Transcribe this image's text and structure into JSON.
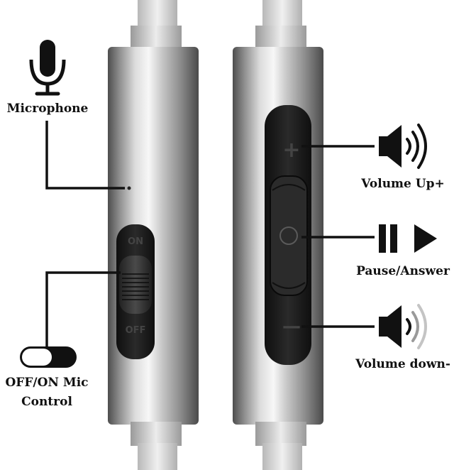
{
  "labels": {
    "microphone": "Microphone",
    "volume_up": "Volume Up+",
    "pause_answer": "Pause/Answer",
    "volume_down": "Volume down-",
    "mic_control_line1": "OFF/ON Mic",
    "mic_control_line2": "Control"
  },
  "switch_marks": {
    "on": "ON",
    "off": "OFF"
  },
  "button_marks": {
    "plus": "+",
    "minus": "—"
  },
  "icons": [
    "microphone-icon",
    "toggle-switch-icon",
    "speaker-loud-icon",
    "play-pause-icon",
    "speaker-quiet-icon"
  ],
  "colors": {
    "metal_dark": "#5a5a5a",
    "metal_light": "#f2f2f2",
    "cable": "#d9d9d9",
    "panel": "#1a1a1a",
    "ink": "#111111"
  }
}
